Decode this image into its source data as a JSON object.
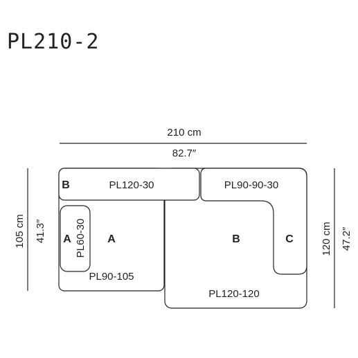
{
  "title": "PL210-2",
  "dimensions": {
    "width_cm": "210 cm",
    "width_in": "82.7″",
    "depth_left_cm": "105 cm",
    "depth_left_in": "41.3″",
    "depth_right_cm": "120 cm",
    "depth_right_in": "47.2″"
  },
  "pieces": {
    "back_left": {
      "letter": "B",
      "label": "PL120-30"
    },
    "back_right": {
      "label": "PL90-90-30"
    },
    "arm_left": {
      "letter": "A",
      "label": "PL60-30"
    },
    "seat_left": {
      "letter": "A",
      "label": "PL90-105"
    },
    "seat_right": {
      "letter": "B",
      "label": "PL120-120"
    },
    "corner_right": {
      "letter": "C"
    }
  }
}
